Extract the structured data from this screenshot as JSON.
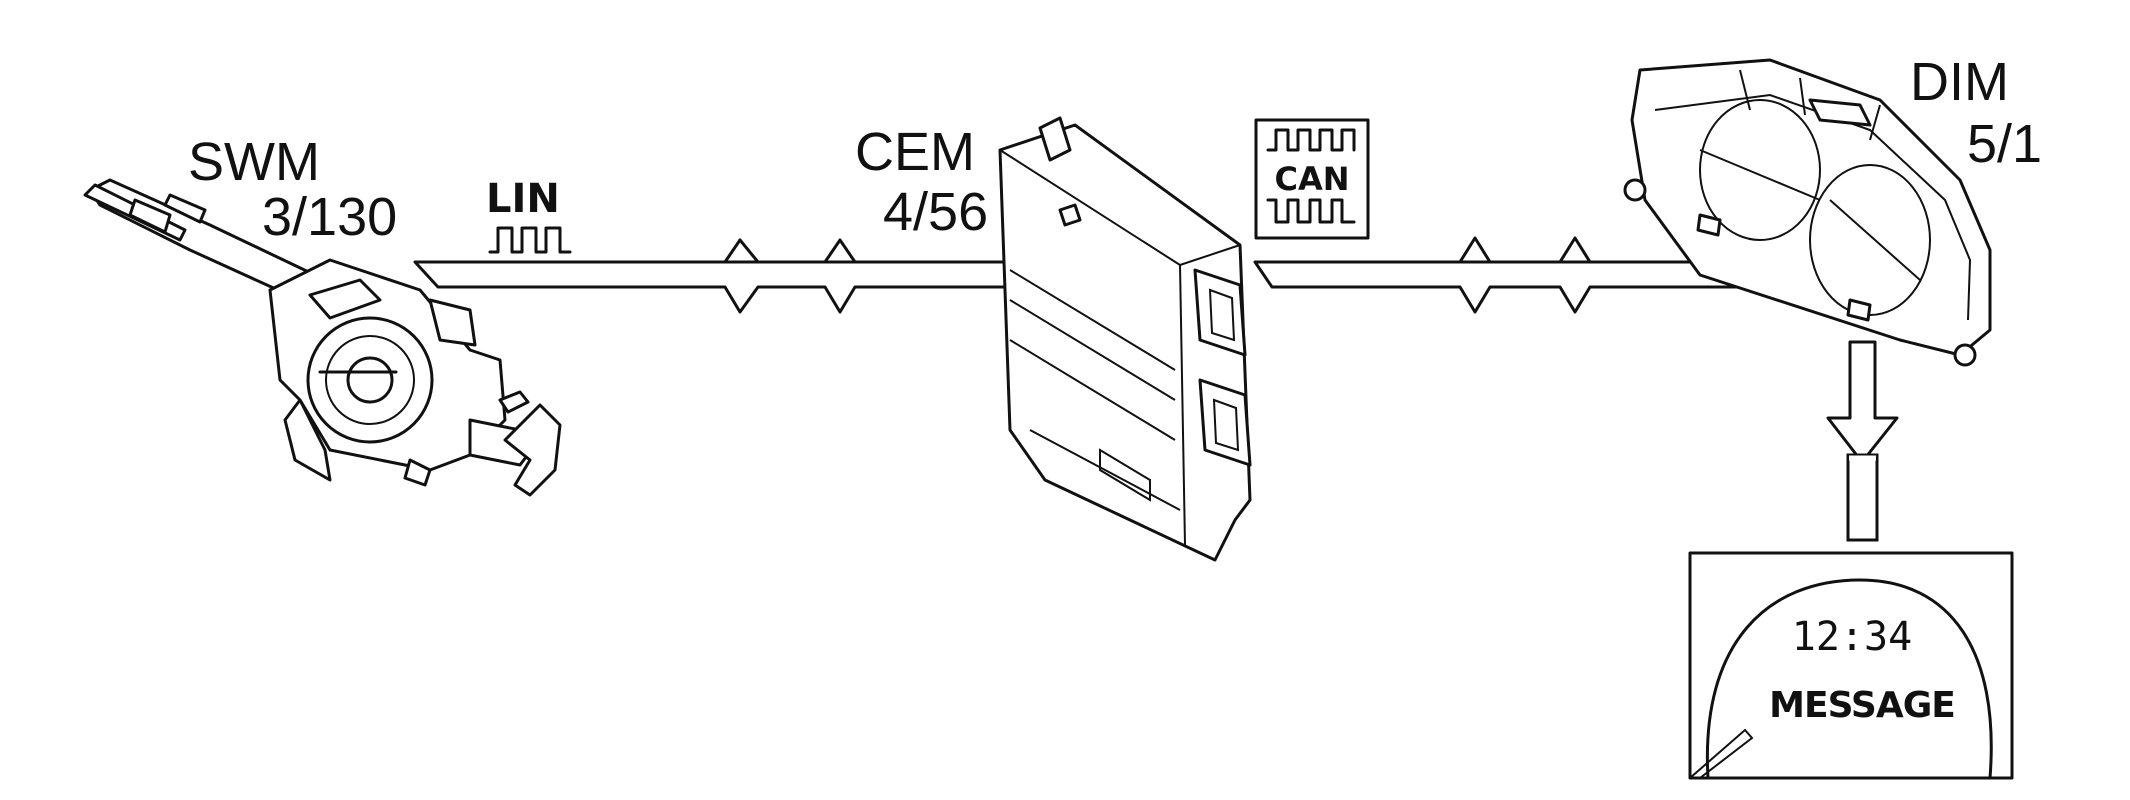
{
  "modules": {
    "swm": {
      "name": "SWM",
      "ref": "3/130"
    },
    "cem": {
      "name": "CEM",
      "ref": "4/56"
    },
    "dim": {
      "name": "DIM",
      "ref": "5/1"
    }
  },
  "buses": {
    "lin": {
      "label": "LIN"
    },
    "can": {
      "label": "CAN"
    }
  },
  "display": {
    "time": "12:34",
    "message": "MESSAGE"
  }
}
